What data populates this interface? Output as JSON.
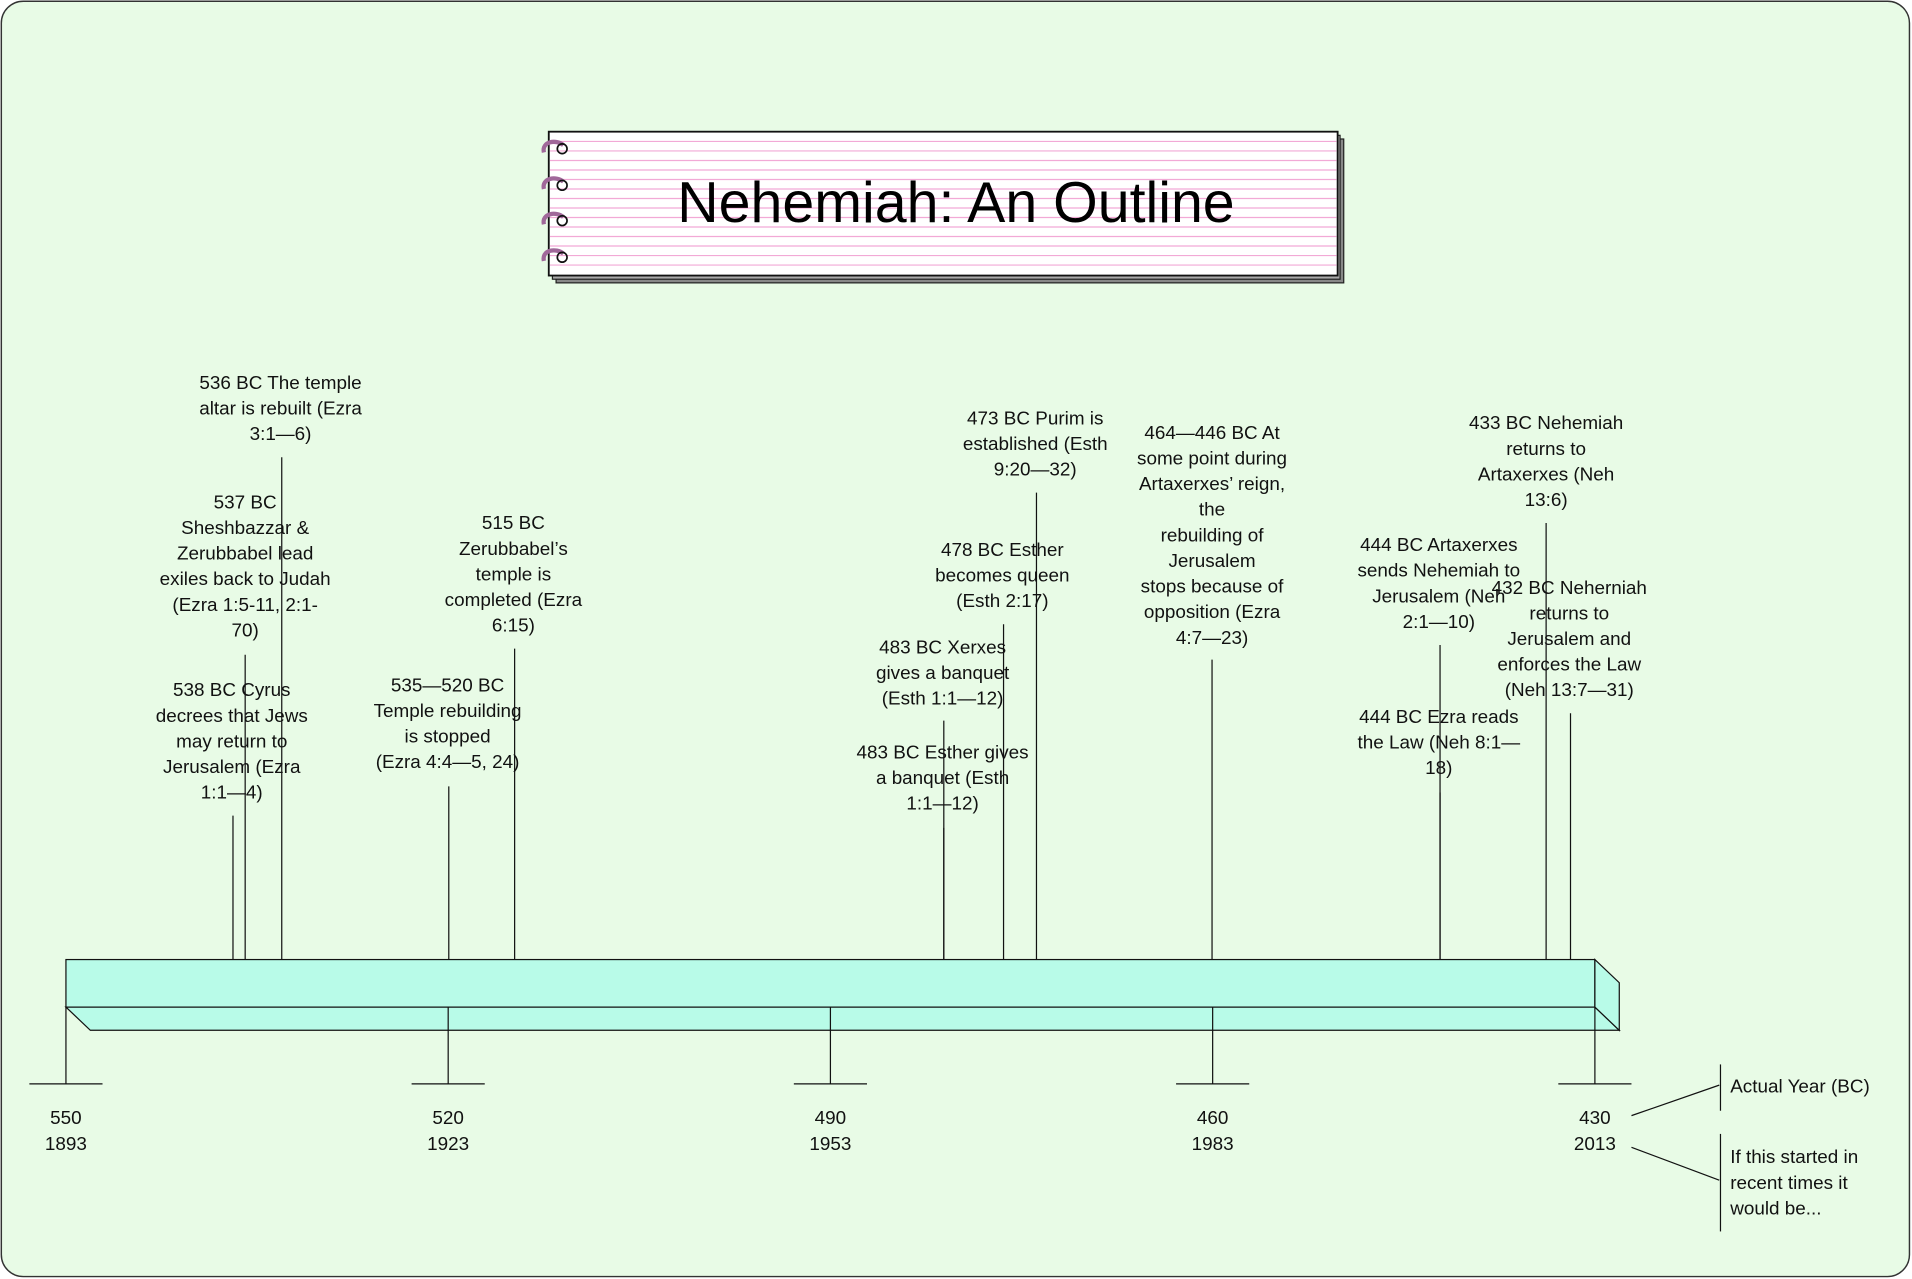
{
  "title": "Nehemiah: An Outline",
  "colors": {
    "background": "#e8fbe6",
    "timeline_bar": "#b8fbe8",
    "notebook_lines": "#f2a9d6",
    "rings": "#a0689a"
  },
  "events": [
    {
      "year": "536 BC",
      "lines": [
        "536 BC The temple",
        "altar is rebuilt (Ezra",
        "3:1—6)"
      ]
    },
    {
      "year": "537 BC",
      "lines": [
        "537 BC",
        "Sheshbazzar &",
        "Zerubbabel  lead",
        "exiles back to Judah",
        "(Ezra 1:5-11, 2:1-",
        "70)"
      ]
    },
    {
      "year": "538 BC",
      "lines": [
        "538 BC Cyrus",
        "decrees that Jews",
        "may return to",
        "Jerusalem (Ezra",
        "1:1—4)"
      ]
    },
    {
      "year": "515 BC",
      "lines": [
        "515 BC",
        "Zerubbabel’s",
        "temple is",
        "completed (Ezra",
        "6:15)"
      ]
    },
    {
      "year": "535—520 BC",
      "lines": [
        "535—520 BC",
        "Temple rebuilding",
        "is stopped",
        "(Ezra 4:4—5, 24)"
      ]
    },
    {
      "year": "473 BC",
      "lines": [
        "473 BC Purim is",
        "established (Esth",
        "9:20—32)"
      ]
    },
    {
      "year": "478 BC",
      "lines": [
        "478 BC Esther",
        "becomes queen",
        "(Esth 2:17)"
      ]
    },
    {
      "year": "483 BC",
      "lines": [
        "483 BC Xerxes",
        "gives a banquet",
        "(Esth 1:1—12)"
      ]
    },
    {
      "year": "483 BC",
      "lines": [
        "483 BC Esther gives",
        "a banquet (Esth",
        "1:1—12)"
      ]
    },
    {
      "year": "464—446 BC",
      "lines": [
        "464—446 BC At",
        "some point during",
        "Artaxerxes’ reign,",
        "the",
        "rebuilding of",
        "Jerusalem",
        "stops because of",
        "opposition (Ezra",
        "4:7—23)"
      ]
    },
    {
      "year": "433 BC",
      "lines": [
        "433 BC Nehemiah",
        "returns to",
        "Artaxerxes (Neh",
        "13:6)"
      ]
    },
    {
      "year": "444 BC",
      "lines": [
        "444 BC Artaxerxes",
        "sends Nehemiah to",
        "Jerusalem (Neh",
        "2:1—10)"
      ]
    },
    {
      "year": "432 BC",
      "lines": [
        "432 BC Neherniah",
        "returns to",
        "Jerusalem and",
        "enforces the Law",
        "(Neh 13:7—31)"
      ]
    },
    {
      "year": "444 BC",
      "lines": [
        "444 BC Ezra reads",
        "the Law (Neh 8:1—",
        "18)"
      ]
    }
  ],
  "axis": {
    "ticks": [
      {
        "actual": "550",
        "modern": "1893"
      },
      {
        "actual": "520",
        "modern": "1923"
      },
      {
        "actual": "490",
        "modern": "1953"
      },
      {
        "actual": "460",
        "modern": "1983"
      },
      {
        "actual": "430",
        "modern": "2013"
      }
    ]
  },
  "legend": {
    "actual_label": "Actual Year (BC)",
    "modern_label_lines": [
      "If this started in",
      "recent times it",
      "would be..."
    ]
  }
}
